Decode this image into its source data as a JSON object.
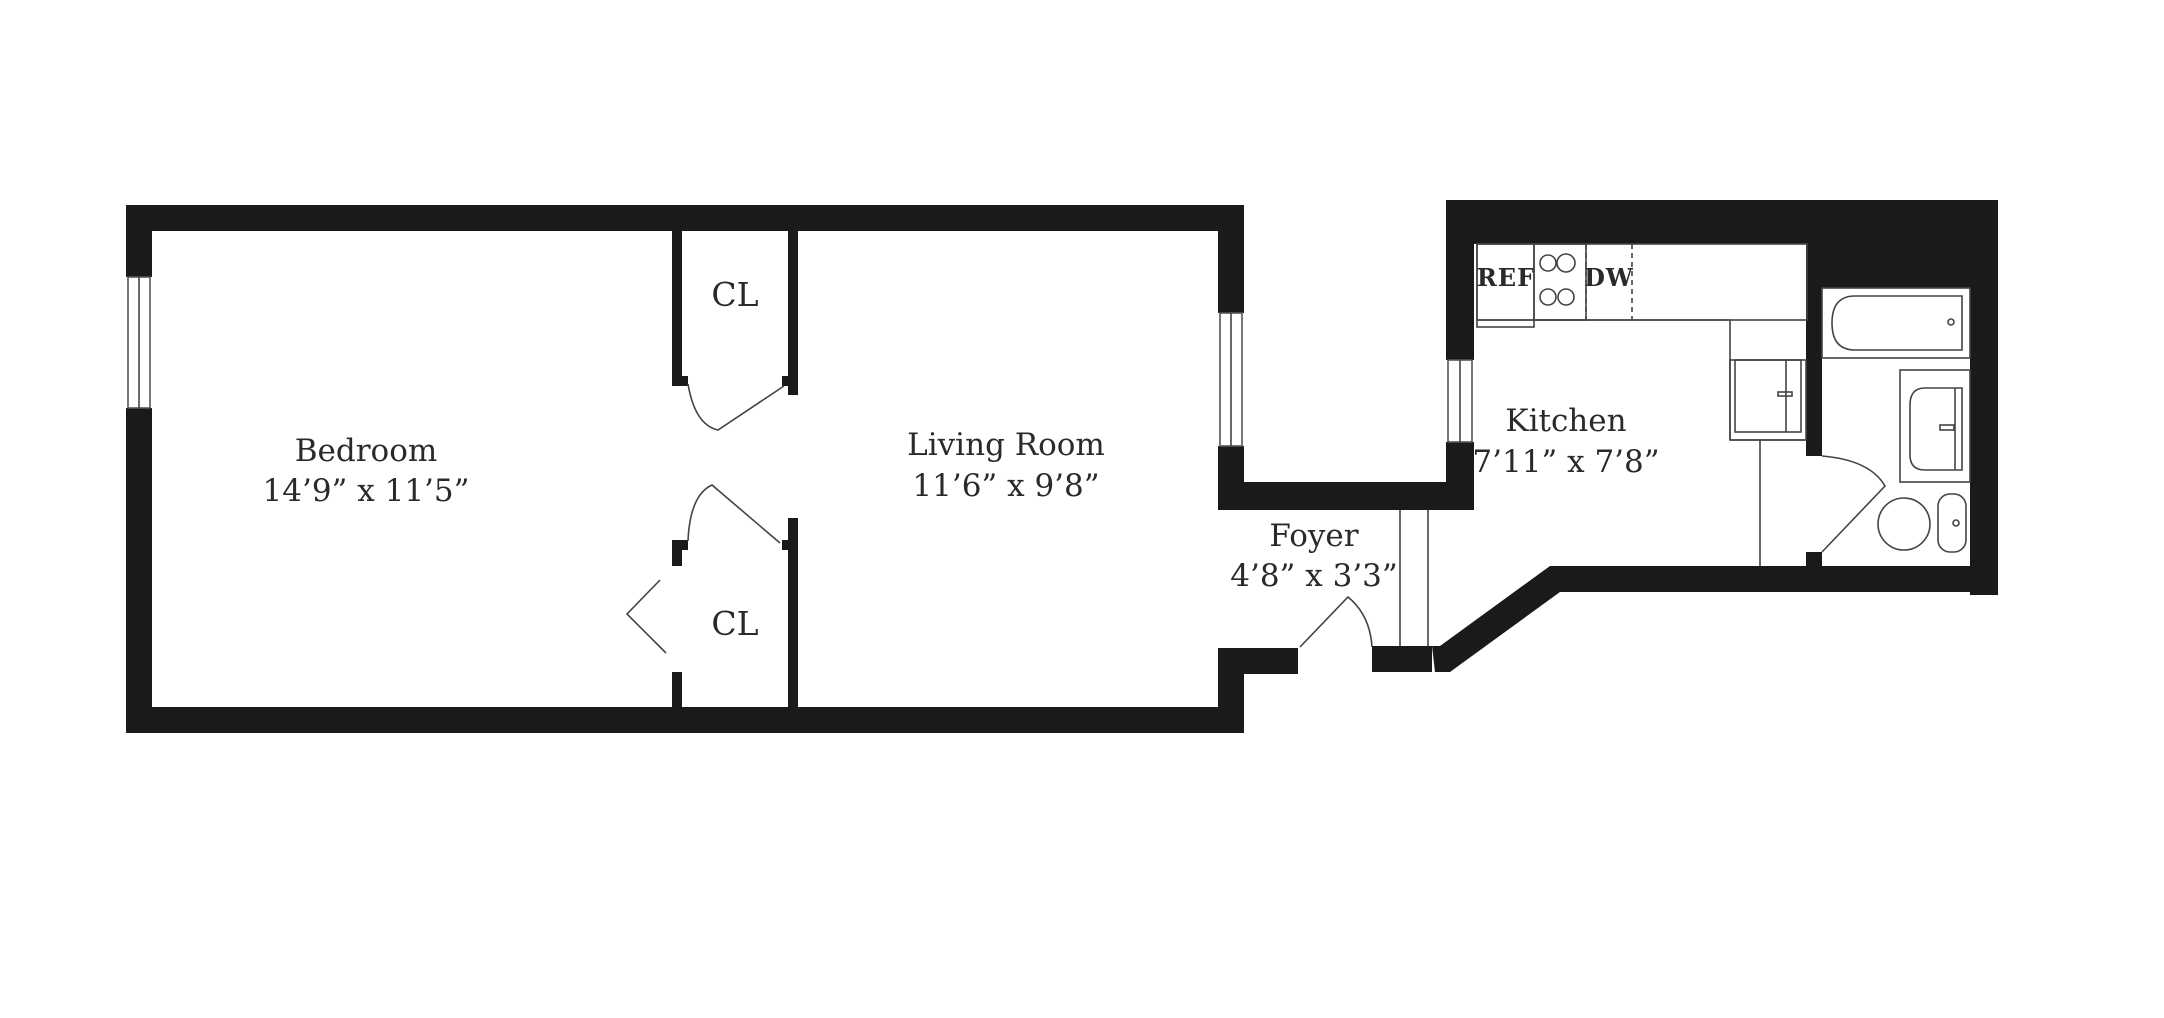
{
  "floorplan": {
    "rooms": [
      {
        "id": "bedroom",
        "name": "Bedroom",
        "dimensions": "14’9” x 11’5”"
      },
      {
        "id": "living-room",
        "name": "Living Room",
        "dimensions": "11’6” x 9’8”"
      },
      {
        "id": "foyer",
        "name": "Foyer",
        "dimensions": "4’8” x 3’3”"
      },
      {
        "id": "kitchen",
        "name": "Kitchen",
        "dimensions": "7’11” x 7’8”"
      }
    ],
    "closets": [
      {
        "id": "closet-upper",
        "label": "CL"
      },
      {
        "id": "closet-lower",
        "label": "CL"
      }
    ],
    "fixtures": {
      "refrigerator": "REF",
      "dishwasher": "DW"
    },
    "colors": {
      "wall": "#1a1a1a",
      "background": "#ffffff",
      "text": "#2a2a2a"
    }
  }
}
